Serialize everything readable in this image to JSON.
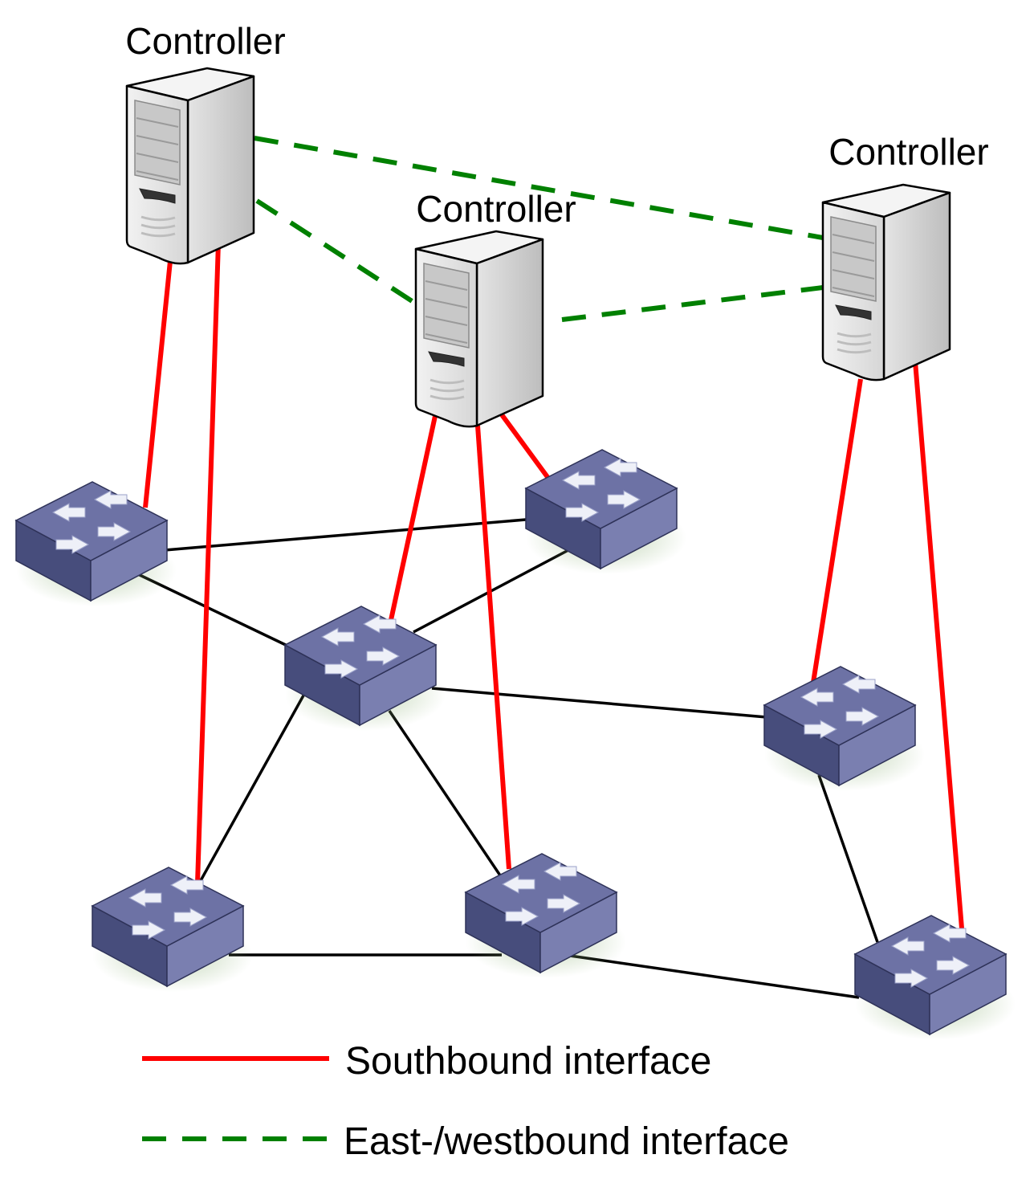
{
  "controllers": [
    {
      "id": "c1",
      "label": "Controller"
    },
    {
      "id": "c2",
      "label": "Controller"
    },
    {
      "id": "c3",
      "label": "Controller"
    }
  ],
  "legend": {
    "southbound": "Southbound interface",
    "eastwest": "East-/westbound interface"
  },
  "colors": {
    "southbound": "#ff0000",
    "eastwest": "#008000",
    "switch_link": "#000000",
    "switch_top": "#6d72a5",
    "switch_left": "#474d7c",
    "switch_right": "#7a7fb0",
    "server_front": "#e6e6e6",
    "server_side": "#cfcfcf"
  }
}
